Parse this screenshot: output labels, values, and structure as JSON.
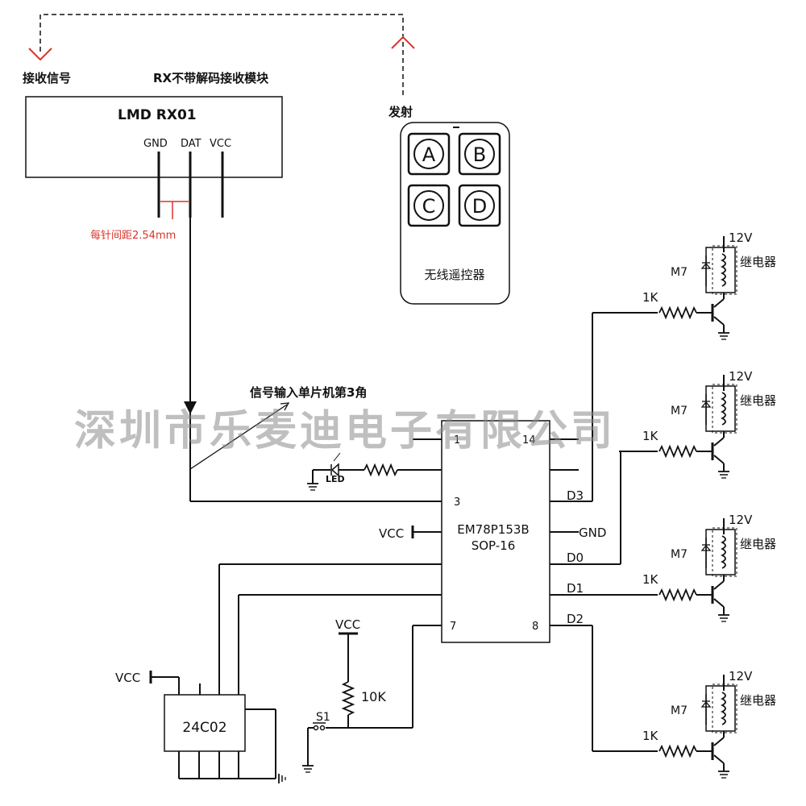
{
  "labels": {
    "receive_signal": "接收信号",
    "rx_module": "RX不带解码接收模块",
    "transmit": "发射",
    "rx_title": "LMD RX01",
    "pin_gnd": "GND",
    "pin_dat": "DAT",
    "pin_vcc": "VCC",
    "pin_pitch": "每针间距2.54mm",
    "remote_title": "无线遥控器",
    "remote_buttons": [
      "A",
      "B",
      "C",
      "D"
    ],
    "signal_input": "信号输入单片机第3角",
    "led": "LED",
    "mcu_name": "EM78P153B",
    "mcu_pkg": "SOP-16",
    "mcu_vcc": "VCC",
    "mcu_gnd": "GND",
    "pin1": "1",
    "pin14": "14",
    "pin3": "3",
    "pin7": "7",
    "pin8": "8",
    "d3": "D3",
    "d0": "D0",
    "d1": "D1",
    "d2": "D2",
    "vcc": "VCC",
    "r10k": "10K",
    "s1": "S1",
    "eeprom": "24C02",
    "eeprom_vcc": "VCC",
    "relay_v": "12V",
    "relay_diode": "M7",
    "relay_name": "继电器",
    "res_1k": "1K"
  },
  "watermark": "深圳市乐麦迪电子有限公司",
  "colors": {
    "wire": "#111111",
    "accent_red": "#d9342b",
    "watermark": "#8a8a8a"
  }
}
